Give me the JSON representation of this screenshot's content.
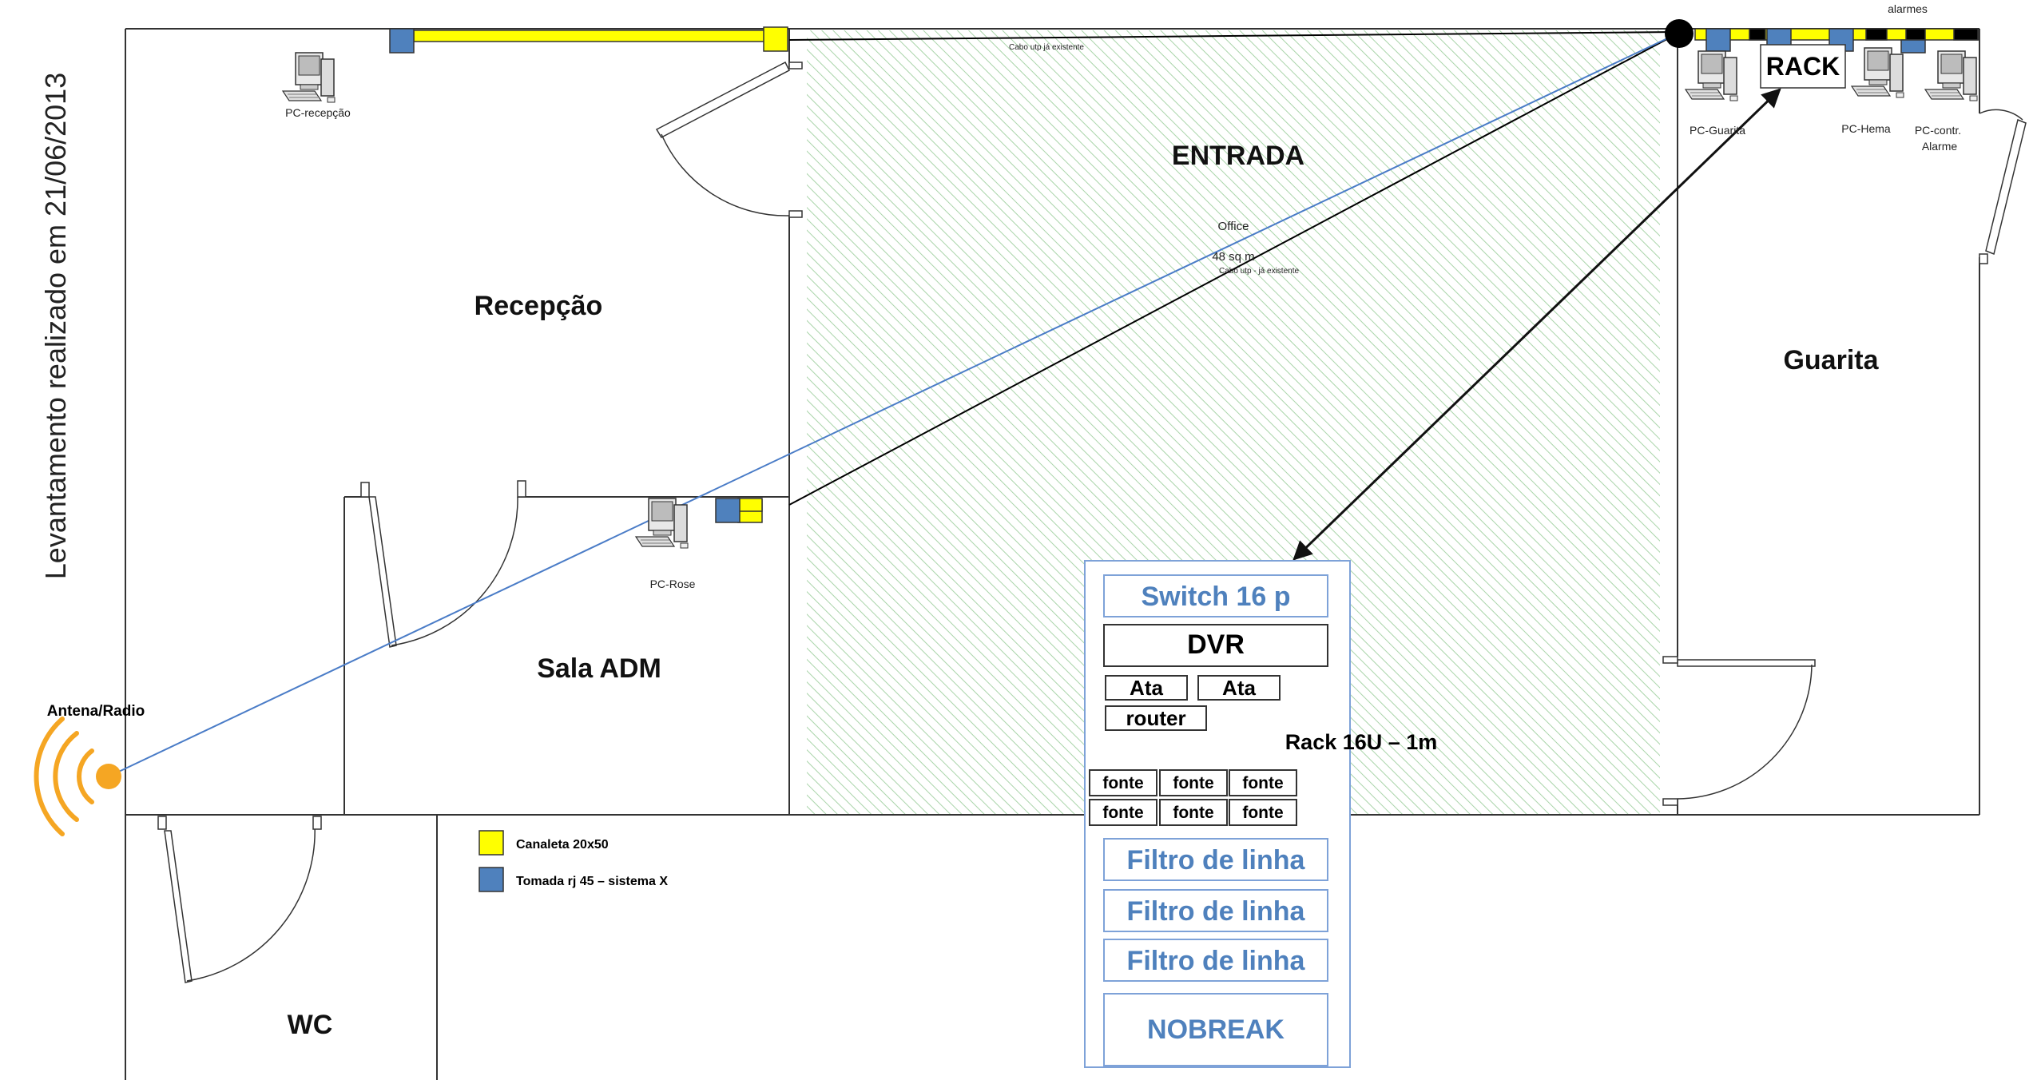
{
  "title_vertical": "Levantamento realizado em 21/06/2013",
  "rooms": {
    "recepcao": "Recepção",
    "entrada": "ENTRADA",
    "sala_adm": "Sala ADM",
    "guarita": "Guarita",
    "wc": "WC"
  },
  "office": {
    "name": "Office",
    "area": "48 sq m"
  },
  "cable_notes": {
    "top": "Cabo utp já existente",
    "diagonal": "Cabo utp - já existente"
  },
  "computers": {
    "recepcao": "PC-recepção",
    "rose": "PC-Rose",
    "guarita": "PC-Guarita",
    "hema": "PC-Hema",
    "alarme_line1": "PC-contr.",
    "alarme_line2": "Alarme"
  },
  "top_labels": {
    "alarmes": "alarmes",
    "rack": "RACK"
  },
  "antenna": "Antena/Radio",
  "legend": {
    "canaleta": "Canaleta 20x50",
    "tomada": "Tomada rj 45 – sistema X"
  },
  "rack": {
    "title": "Rack 16U – 1m",
    "switch": "Switch 16 p",
    "dvr": "DVR",
    "ata1": "Ata",
    "ata2": "Ata",
    "router": "router",
    "fontes": [
      "fonte",
      "fonte",
      "fonte",
      "fonte",
      "fonte",
      "fonte"
    ],
    "filtros": [
      "Filtro de linha",
      "Filtro de linha",
      "Filtro de linha"
    ],
    "nobreak": "NOBREAK"
  },
  "colors": {
    "canaleta": "#ffff00",
    "tomada": "#4f81bd",
    "antenna": "#f5a623",
    "blue_line": "#4a7cc7",
    "hatch": "#a9d4a9"
  }
}
